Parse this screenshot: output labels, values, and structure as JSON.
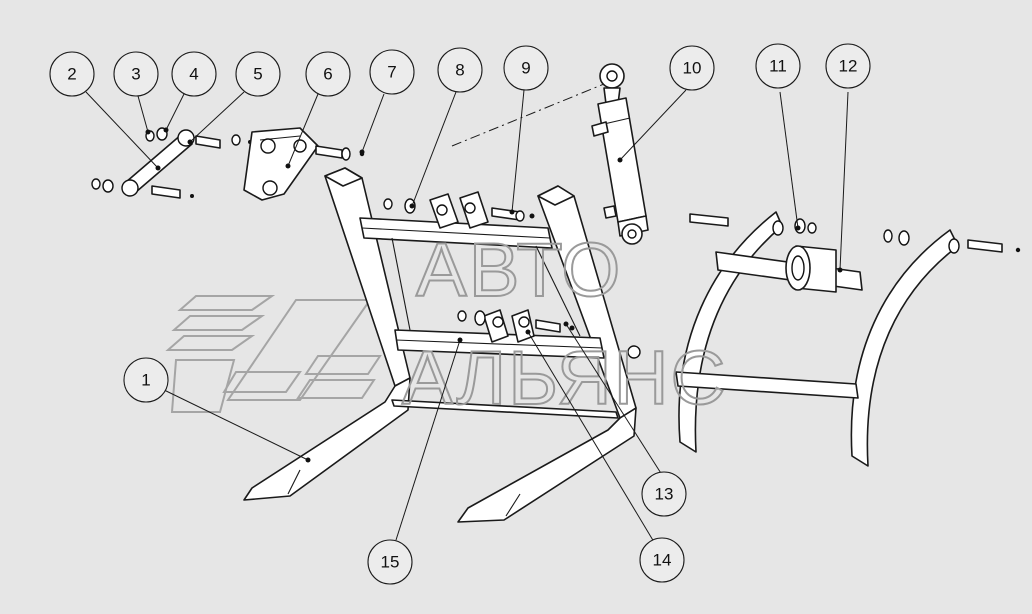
{
  "watermark": {
    "line1": "АВТО",
    "line2": "АЛЬЯНС"
  },
  "callouts": [
    {
      "id": "c1",
      "label": "1"
    },
    {
      "id": "c2",
      "label": "2"
    },
    {
      "id": "c3",
      "label": "3"
    },
    {
      "id": "c4",
      "label": "4"
    },
    {
      "id": "c5",
      "label": "5"
    },
    {
      "id": "c6",
      "label": "6"
    },
    {
      "id": "c7",
      "label": "7"
    },
    {
      "id": "c8",
      "label": "8"
    },
    {
      "id": "c9",
      "label": "9"
    },
    {
      "id": "c10",
      "label": "10"
    },
    {
      "id": "c11",
      "label": "11"
    },
    {
      "id": "c12",
      "label": "12"
    },
    {
      "id": "c13",
      "label": "13"
    },
    {
      "id": "c14",
      "label": "14"
    },
    {
      "id": "c15",
      "label": "15"
    }
  ]
}
